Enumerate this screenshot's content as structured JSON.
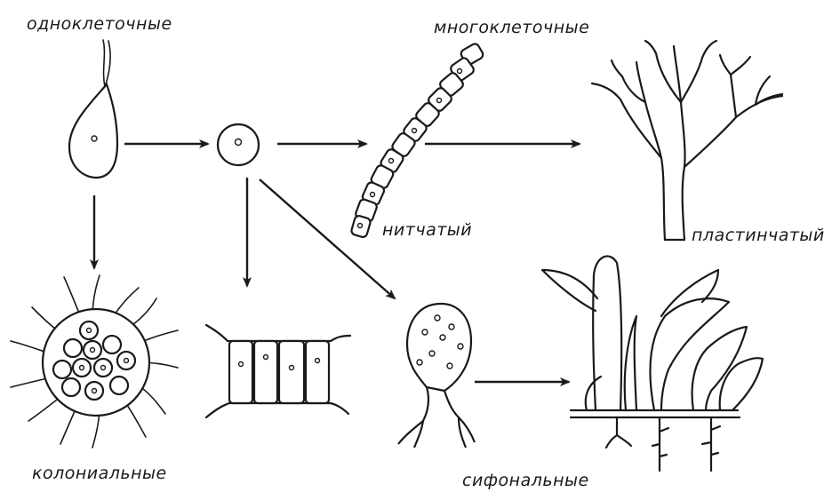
{
  "labels": {
    "unicellular": "одноклеточные",
    "multicellular": "многоклеточные",
    "filamentous": "нитчатый",
    "lamellar": "пластинчатый",
    "colonial": "колониальные",
    "siphonal": "сифональные"
  }
}
